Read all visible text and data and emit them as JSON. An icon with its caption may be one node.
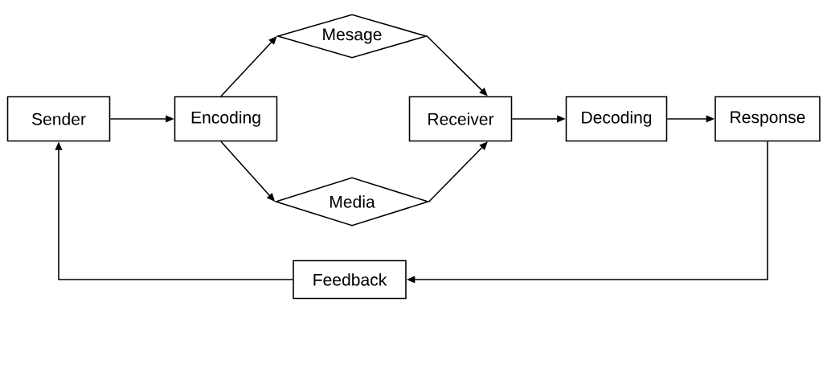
{
  "diagram": {
    "nodes": [
      {
        "text": [
          "Sender"
        ]
      },
      {
        "text": [
          "Encoding"
        ]
      },
      {
        "text": [
          "Mesage"
        ]
      },
      {
        "text": [
          "Media"
        ]
      },
      {
        "text": [
          "Receiver"
        ]
      },
      {
        "text": [
          "Decoding"
        ]
      },
      {
        "text": [
          "Response"
        ]
      },
      {
        "text": [
          "Feedback"
        ]
      }
    ],
    "edges": [
      {
        "from": 0,
        "to": 1,
        "arrow": "to"
      },
      {
        "from": 1,
        "to": 2,
        "arrow": "to"
      },
      {
        "from": 1,
        "to": 3,
        "arrow": "to"
      },
      {
        "from": 2,
        "to": 4,
        "arrow": "to"
      },
      {
        "from": 3,
        "to": 4,
        "arrow": "to"
      },
      {
        "from": 4,
        "to": 5,
        "arrow": "to"
      },
      {
        "from": 5,
        "to": 6,
        "arrow": "to"
      },
      {
        "from": 6,
        "to": 7,
        "arrow": "to"
      },
      {
        "from": 7,
        "to": 0,
        "arrow": "to"
      }
    ]
  }
}
